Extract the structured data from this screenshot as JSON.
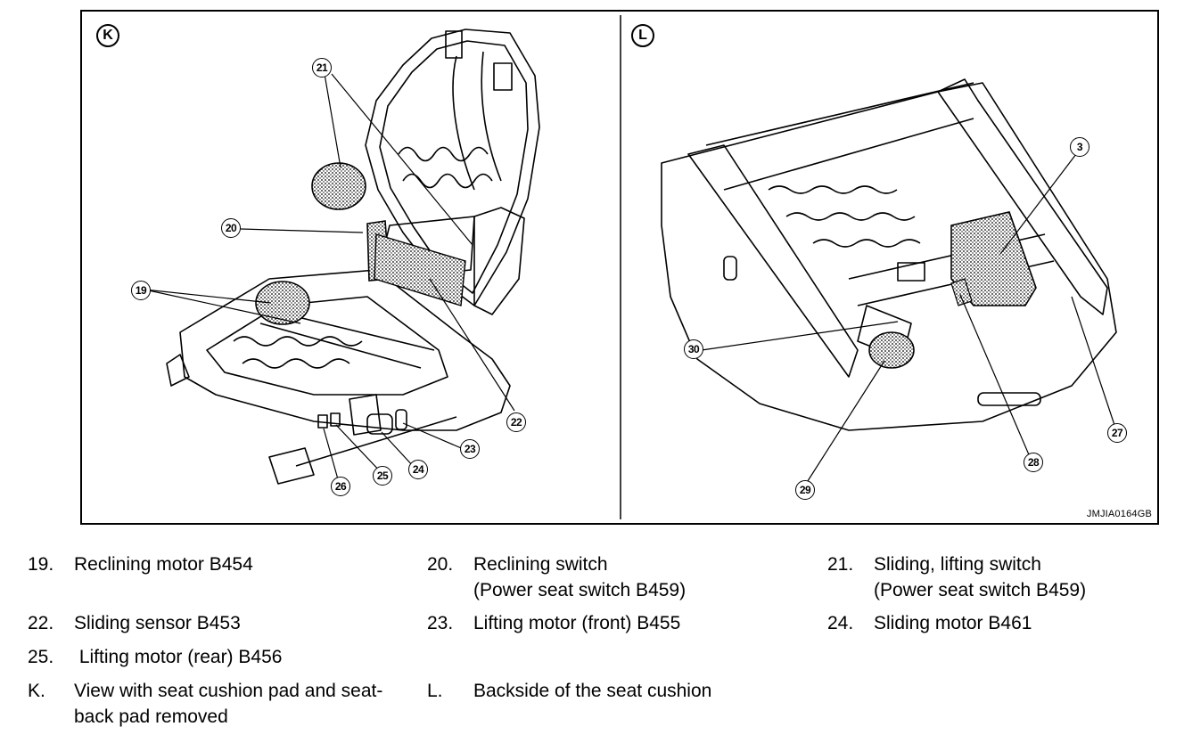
{
  "panels": [
    {
      "letter": "K"
    },
    {
      "letter": "L"
    }
  ],
  "callouts": [
    "19",
    "20",
    "21",
    "22",
    "23",
    "24",
    "25",
    "26",
    "3",
    "27",
    "28",
    "29",
    "30"
  ],
  "figure_code": "JMJIA0164GB",
  "legend": [
    {
      "num": "19.",
      "text": "Reclining motor B454"
    },
    {
      "num": "20.",
      "text": "Reclining switch",
      "text2": "(Power seat switch B459)"
    },
    {
      "num": "21.",
      "text": "Sliding, lifting switch",
      "text2": "(Power seat switch B459)"
    },
    {
      "num": "22.",
      "text": "Sliding sensor B453"
    },
    {
      "num": "23.",
      "text": "Lifting motor (front) B455"
    },
    {
      "num": "24.",
      "text": "Sliding motor B461"
    },
    {
      "num": "25.",
      "text": " Lifting motor (rear) B456"
    },
    {
      "num": "K.",
      "text": "View with seat cushion pad and seat-",
      "text2": "back pad removed"
    },
    {
      "num": "L.",
      "text": "Backside of the seat cushion"
    }
  ]
}
